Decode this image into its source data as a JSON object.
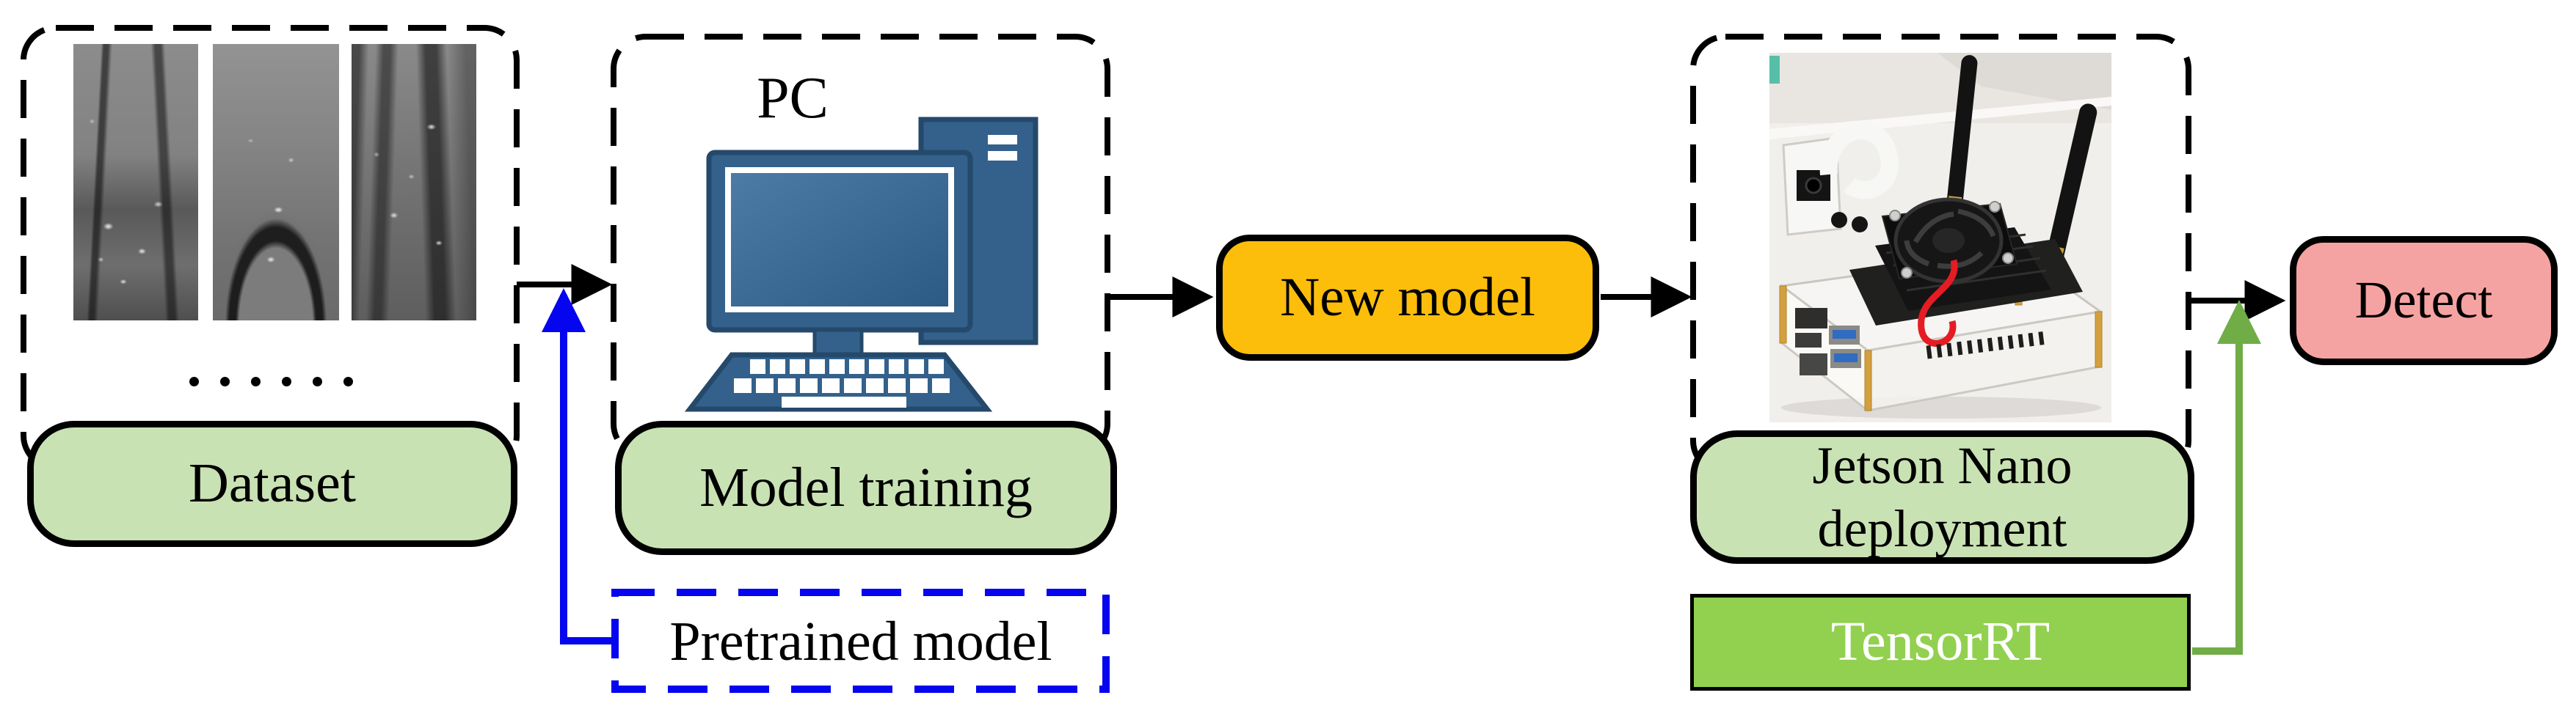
{
  "diagram": {
    "nodes": {
      "dataset": {
        "label": "Dataset"
      },
      "pc": {
        "label": "PC"
      },
      "model_training": {
        "label": "Model training"
      },
      "pretrained_model": {
        "label": "Pretrained model"
      },
      "new_model": {
        "label": "New model"
      },
      "jetson_deployment": {
        "line1": "Jetson Nano",
        "line2": "deployment"
      },
      "tensorrt": {
        "label": "TensorRT"
      },
      "detect": {
        "label": "Detect"
      }
    },
    "sample_images_count": 3,
    "ellipsis_dots_count": 6
  },
  "colors": {
    "green_box_fill": "#c9e2b4",
    "orange_box_fill": "#fcbe0b",
    "pink_box_fill": "#f5a3a2",
    "tensorrt_fill": "#92d050",
    "blue_dashed": "#0505f0",
    "green_arrow": "#70ad47",
    "computer_blue": "#33618b",
    "computer_stroke": "#24496b",
    "outline_black": "#000000"
  }
}
